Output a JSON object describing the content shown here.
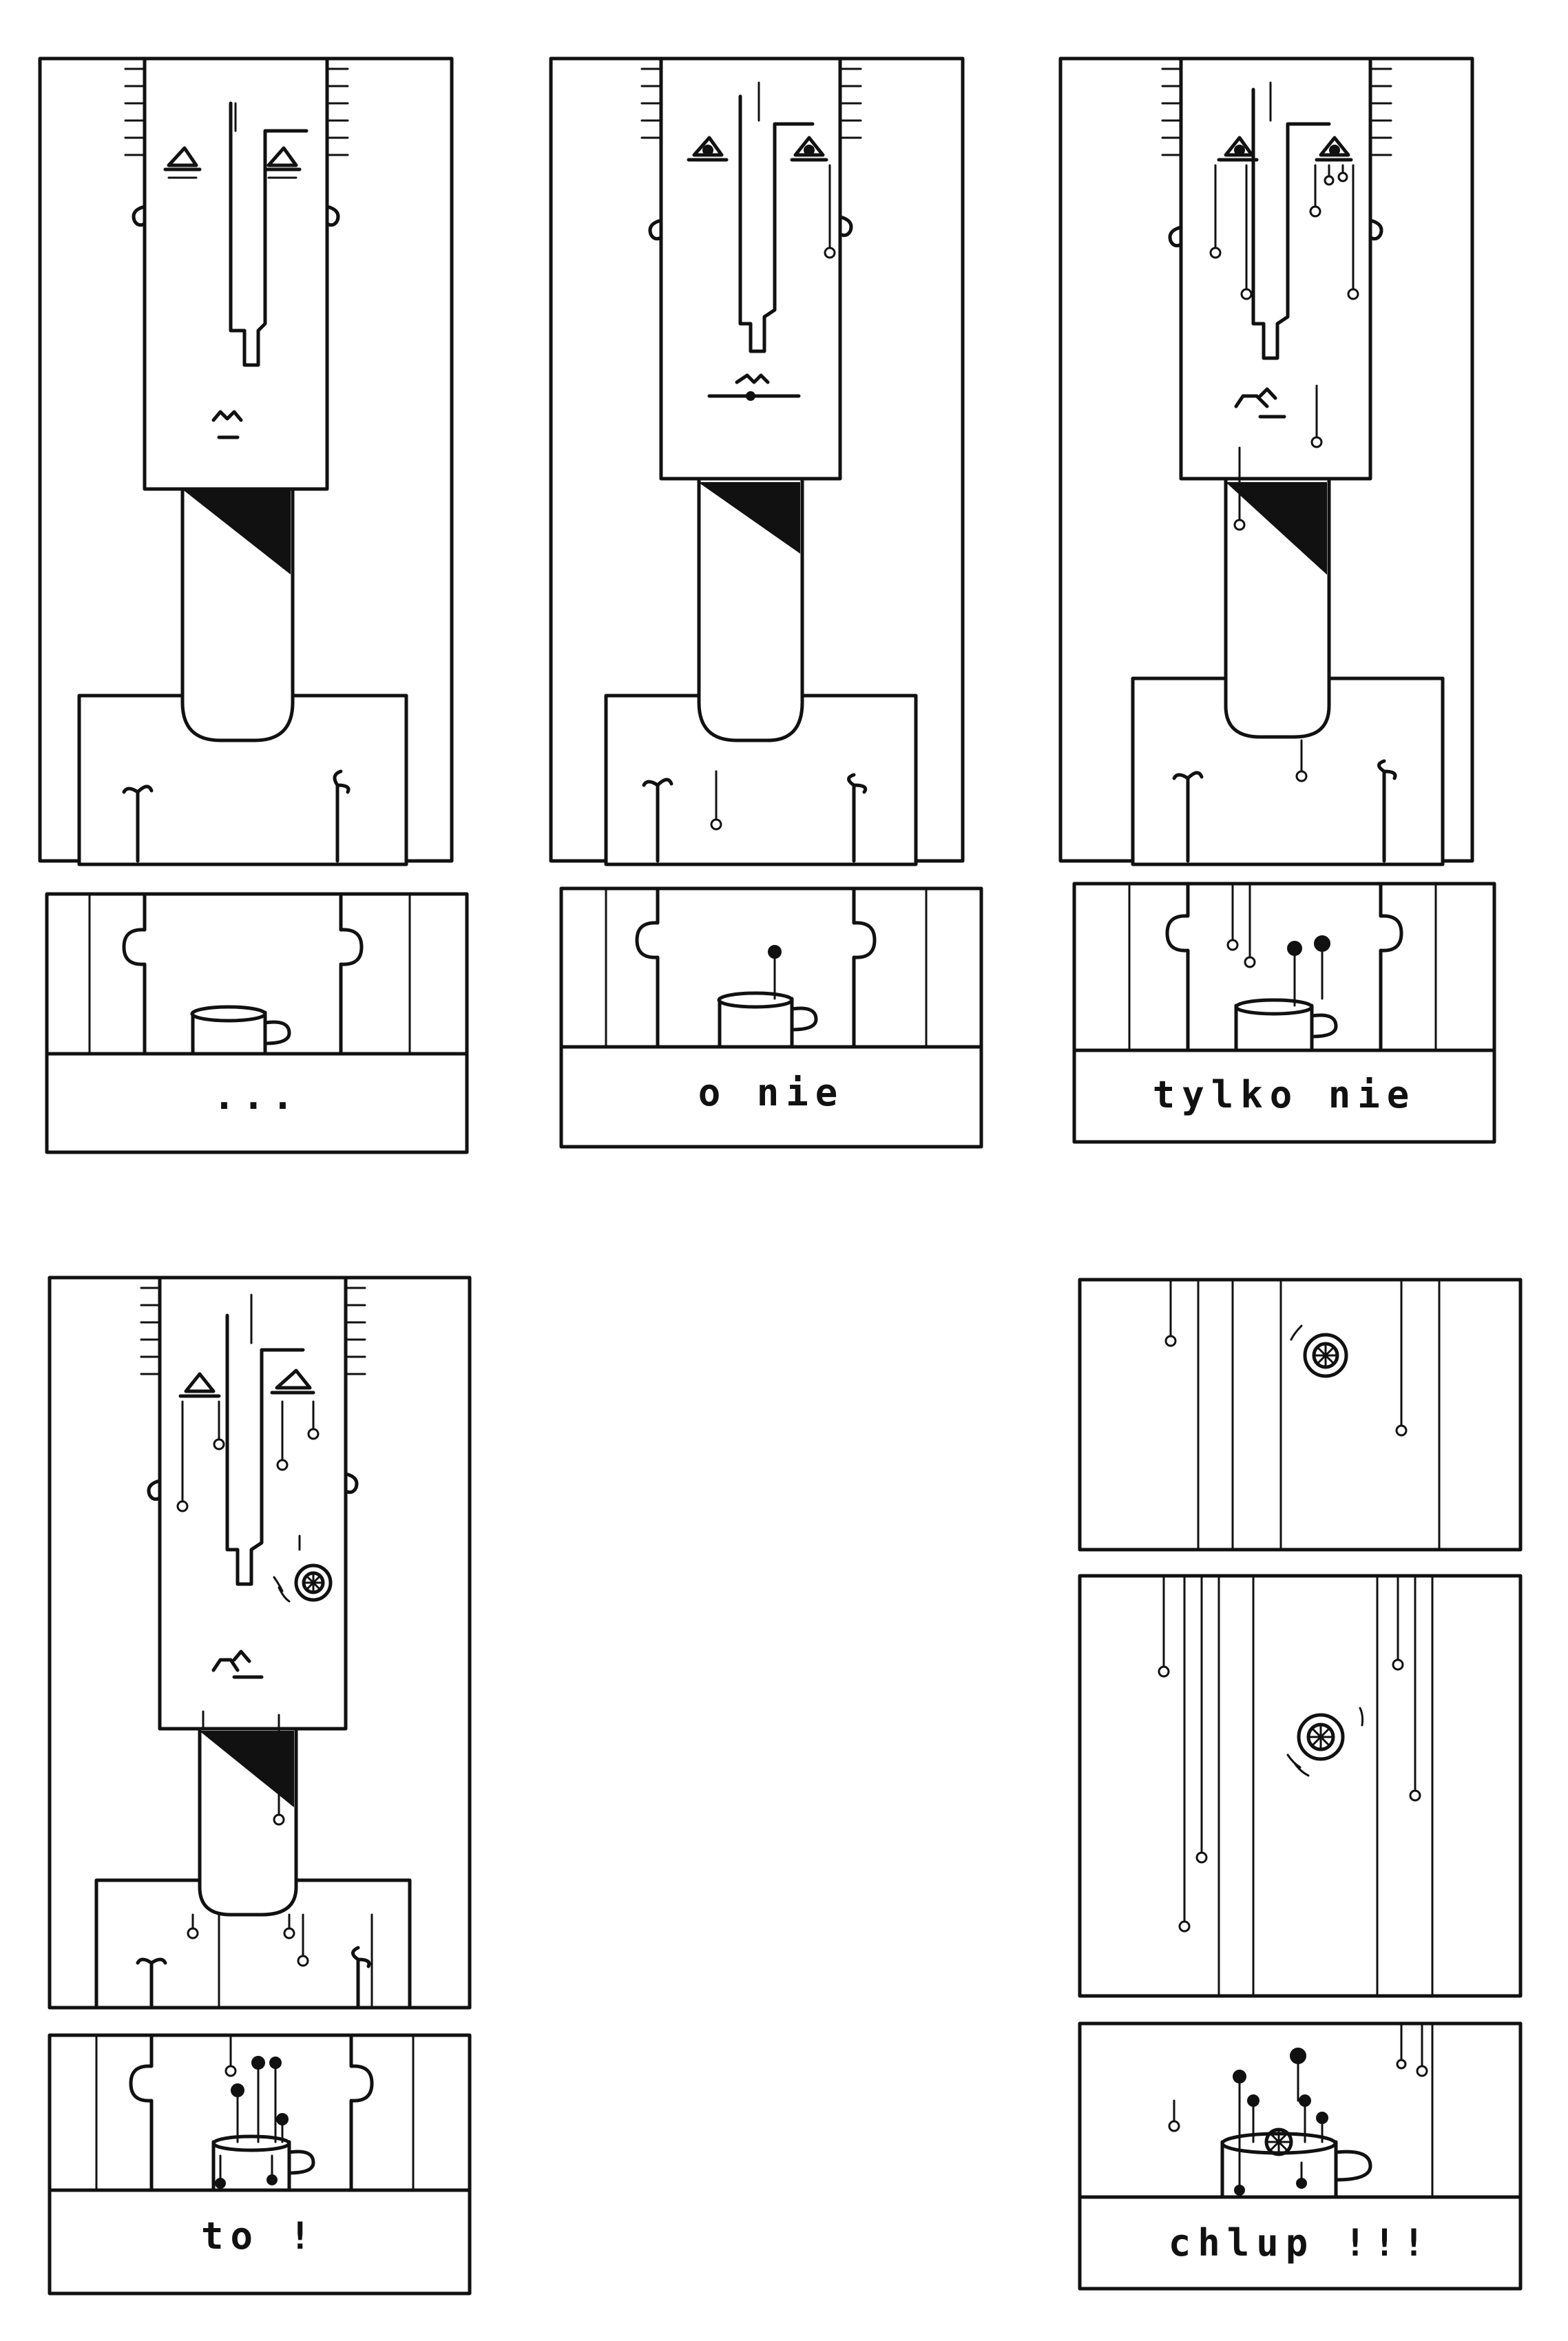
{
  "captions": {
    "panel1": "...",
    "panel2": "o  nie",
    "panel3": "tylko  nie",
    "panel4": "to !",
    "panel5": "chlup !!!"
  },
  "colors": {
    "ink": "#111111",
    "paper": "#ffffff"
  }
}
